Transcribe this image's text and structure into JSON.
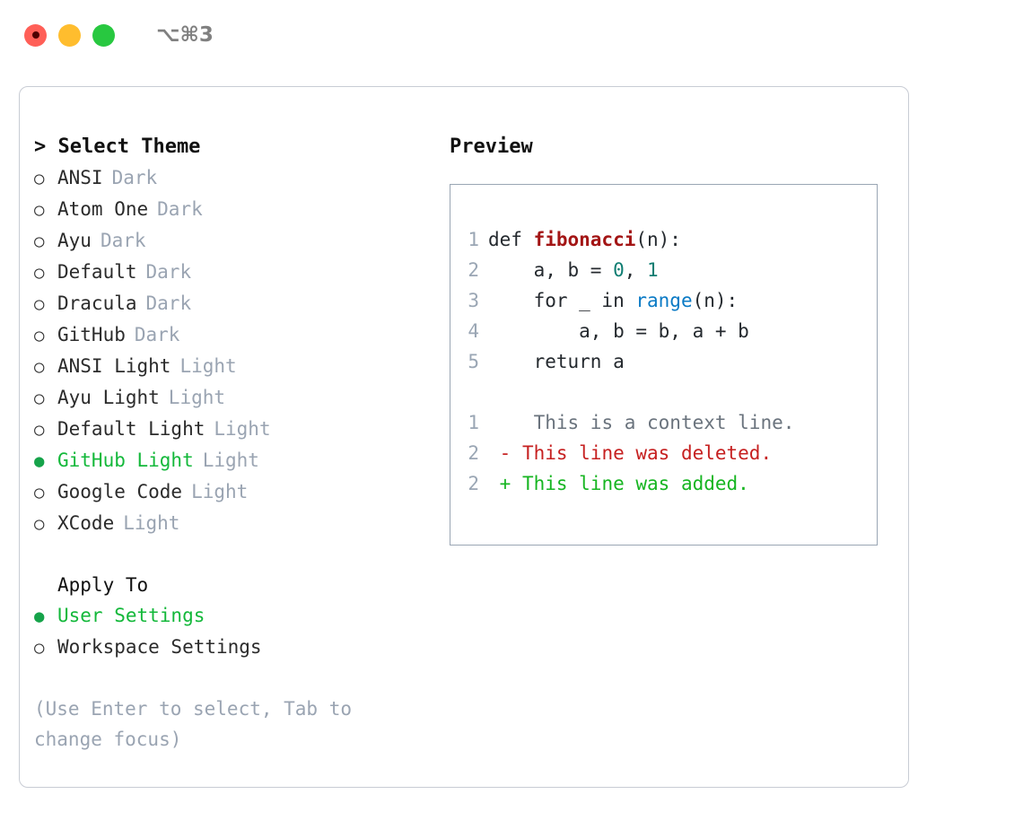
{
  "titlebar": {
    "lights": [
      {
        "name": "close",
        "color": "#ff5f57"
      },
      {
        "name": "minimize",
        "color": "#ffbd2e"
      },
      {
        "name": "maximize",
        "color": "#28c840"
      }
    ],
    "shortcut": "⌥⌘3"
  },
  "left": {
    "header": "> Select Theme",
    "themes": [
      {
        "bullet": "○",
        "label": "ANSI",
        "badge": "Dark",
        "selected": false
      },
      {
        "bullet": "○",
        "label": "Atom One",
        "badge": "Dark",
        "selected": false
      },
      {
        "bullet": "○",
        "label": "Ayu",
        "badge": "Dark",
        "selected": false
      },
      {
        "bullet": "○",
        "label": "Default",
        "badge": "Dark",
        "selected": false
      },
      {
        "bullet": "○",
        "label": "Dracula",
        "badge": "Dark",
        "selected": false
      },
      {
        "bullet": "○",
        "label": "GitHub",
        "badge": "Dark",
        "selected": false
      },
      {
        "bullet": "○",
        "label": "ANSI Light",
        "badge": "Light",
        "selected": false
      },
      {
        "bullet": "○",
        "label": "Ayu Light",
        "badge": "Light",
        "selected": false
      },
      {
        "bullet": "○",
        "label": "Default Light",
        "badge": "Light",
        "selected": false
      },
      {
        "bullet": "●",
        "label": "GitHub Light",
        "badge": "Light",
        "selected": true
      },
      {
        "bullet": "○",
        "label": "Google Code",
        "badge": "Light",
        "selected": false
      },
      {
        "bullet": "○",
        "label": "XCode",
        "badge": "Light",
        "selected": false
      }
    ],
    "apply_to": {
      "header": "Apply To",
      "options": [
        {
          "bullet": "●",
          "label": "User Settings",
          "selected": true
        },
        {
          "bullet": "○",
          "label": "Workspace Settings",
          "selected": false
        }
      ]
    },
    "hint": "(Use Enter to select, Tab to change focus)"
  },
  "right": {
    "header": "Preview",
    "code_lines": [
      {
        "no": "1",
        "tokens": [
          {
            "t": "def ",
            "c": "plain"
          },
          {
            "t": "fibonacci",
            "c": "fn"
          },
          {
            "t": "(n):",
            "c": "plain"
          }
        ]
      },
      {
        "no": "2",
        "tokens": [
          {
            "t": "    a, b = ",
            "c": "plain"
          },
          {
            "t": "0",
            "c": "num"
          },
          {
            "t": ", ",
            "c": "plain"
          },
          {
            "t": "1",
            "c": "num"
          }
        ]
      },
      {
        "no": "3",
        "tokens": [
          {
            "t": "    for _ in ",
            "c": "plain"
          },
          {
            "t": "range",
            "c": "built"
          },
          {
            "t": "(n):",
            "c": "plain"
          }
        ]
      },
      {
        "no": "4",
        "tokens": [
          {
            "t": "        a, b = b, a + b",
            "c": "plain"
          }
        ]
      },
      {
        "no": "5",
        "tokens": [
          {
            "t": "    return a",
            "c": "plain"
          }
        ]
      }
    ],
    "diff_lines": [
      {
        "no": "1",
        "marker": " ",
        "text": "  This is a context line.",
        "kind": "ctx"
      },
      {
        "no": "2",
        "marker": "-",
        "text": " This line was deleted.",
        "kind": "del"
      },
      {
        "no": "2",
        "marker": "+",
        "text": " This line was added.",
        "kind": "add"
      }
    ]
  },
  "colors": {
    "accent_green": "#13b83a",
    "muted": "#9aa4b2",
    "border": "#c8ccd4",
    "preview_border": "#9aa6b4",
    "fn": "#a31515",
    "num": "#0f7d72",
    "builtin": "#0a7ac5",
    "diff_del": "#c62020",
    "diff_add": "#16b521",
    "diff_ctx": "#6a737d"
  }
}
